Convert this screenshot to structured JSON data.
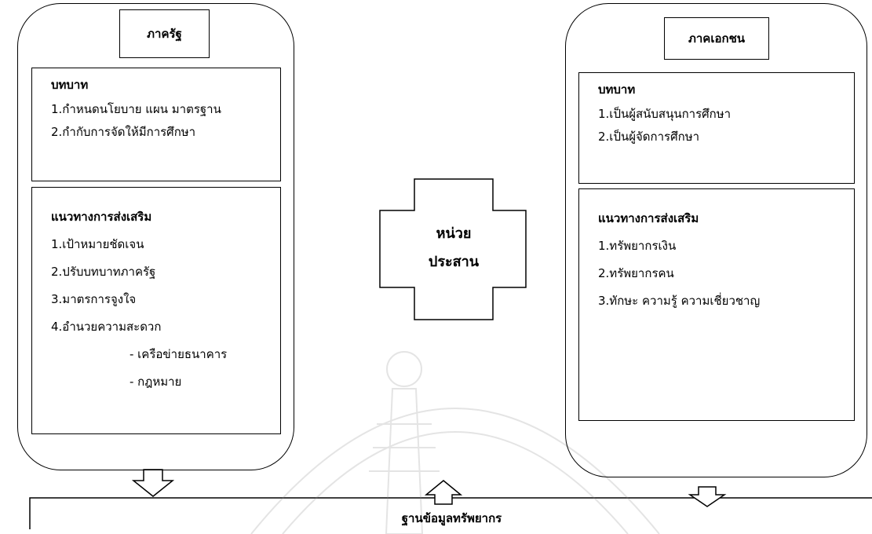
{
  "left": {
    "title": "ภาครัฐ",
    "role_heading": "บทบาท",
    "roles": [
      "1.กำหนดนโยบาย แผน มาตรฐาน",
      "2.กำกับการจัดให้มีการศึกษา"
    ],
    "promo_heading": "แนวทางการส่งเสริม",
    "promo_items": [
      "1.เป้าหมายชัดเจน",
      "2.ปรับบทบาทภาครัฐ",
      "3.มาตรการจูงใจ",
      "4.อำนวยความสะดวก",
      "- เครือข่ายธนาคาร",
      "- กฎหมาย"
    ]
  },
  "right": {
    "title": "ภาคเอกชน",
    "role_heading": "บทบาท",
    "roles": [
      "1.เป็นผู้สนับสนุนการศึกษา",
      "2.เป็นผู้จัดการศึกษา"
    ],
    "promo_heading": "แนวทางการส่งเสริม",
    "promo_items": [
      "1.ทรัพยากรเงิน",
      "2.ทรัพยากรคน",
      "3.ทักษะ ความรู้ ความเชี่ยวชาญ"
    ]
  },
  "center": {
    "line1": "หน่วย",
    "line2": "ประสาน"
  },
  "bottom": {
    "title": "ฐานข้อมูลทรัพยากร"
  }
}
